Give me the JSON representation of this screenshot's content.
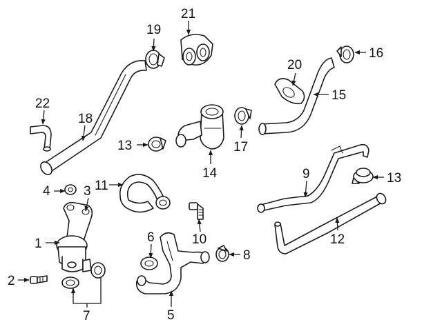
{
  "callouts": {
    "c1": "1",
    "c2": "2",
    "c3": "3",
    "c4": "4",
    "c5": "5",
    "c6": "6",
    "c7": "7",
    "c8": "8",
    "c9": "9",
    "c10": "10",
    "c11": "11",
    "c12": "12",
    "c13a": "13",
    "c13b": "13",
    "c14": "14",
    "c15": "15",
    "c16": "16",
    "c17": "17",
    "c18": "18",
    "c19": "19",
    "c20": "20",
    "c21": "21",
    "c22": "22"
  },
  "colors": {
    "line": "#1a1a1a",
    "background": "#ffffff",
    "text": "#111111"
  }
}
